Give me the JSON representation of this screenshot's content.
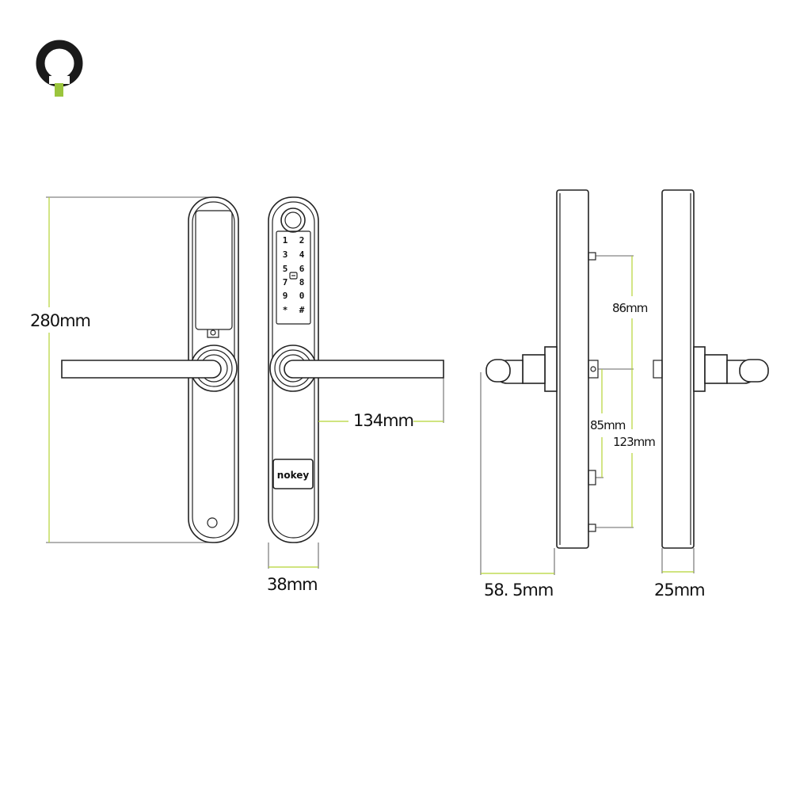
{
  "brand": {
    "logo_accent_color": "#9bc53d",
    "logo_dark_color": "#1a1a1a",
    "lock_brand": "nokey"
  },
  "dimensions": {
    "height": "280mm",
    "width": "38mm",
    "handle_length": "134mm",
    "projection": "58. 5mm",
    "thickness": "25mm",
    "spindle_to_top": "86mm",
    "spindle_to_cylinder": "85mm",
    "fixing_centres": "123mm"
  },
  "keypad": {
    "keys": [
      [
        "1",
        "2"
      ],
      [
        "3",
        "4"
      ],
      [
        "5",
        "6"
      ],
      [
        "7",
        "8"
      ],
      [
        "9",
        "0"
      ],
      [
        "*",
        "#"
      ]
    ]
  },
  "colors": {
    "dimension_line": "#b5d335",
    "outline": "#222222"
  }
}
